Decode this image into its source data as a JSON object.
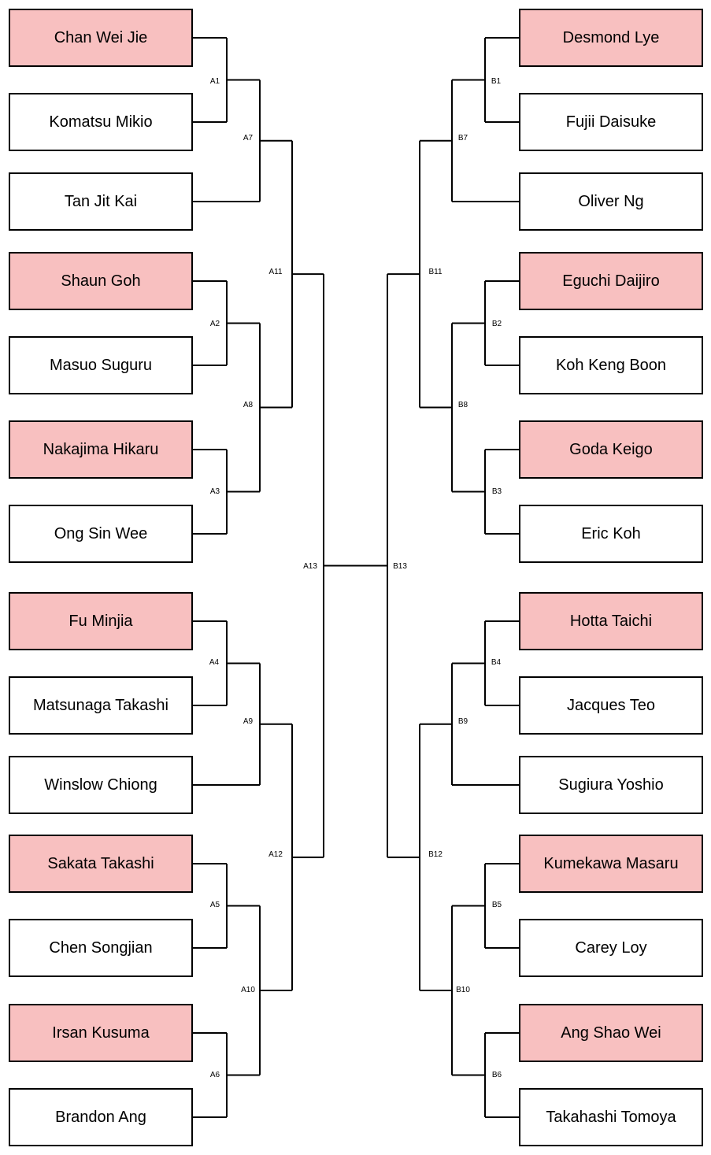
{
  "colors": {
    "seeded_fill": "#f8c0c0",
    "unseeded_fill": "#ffffff",
    "line": "#000000"
  },
  "left_players": [
    {
      "name": "Chan Wei Jie",
      "seeded": true
    },
    {
      "name": "Komatsu Mikio",
      "seeded": false
    },
    {
      "name": "Tan Jit Kai",
      "seeded": false
    },
    {
      "name": "Shaun Goh",
      "seeded": true
    },
    {
      "name": "Masuo Suguru",
      "seeded": false
    },
    {
      "name": "Nakajima Hikaru",
      "seeded": true
    },
    {
      "name": "Ong Sin Wee",
      "seeded": false
    },
    {
      "name": "Fu Minjia",
      "seeded": true
    },
    {
      "name": "Matsunaga Takashi",
      "seeded": false
    },
    {
      "name": "Winslow Chiong",
      "seeded": false
    },
    {
      "name": "Sakata Takashi",
      "seeded": true
    },
    {
      "name": "Chen Songjian",
      "seeded": false
    },
    {
      "name": "Irsan Kusuma",
      "seeded": true
    },
    {
      "name": "Brandon Ang",
      "seeded": false
    }
  ],
  "right_players": [
    {
      "name": "Desmond Lye",
      "seeded": true
    },
    {
      "name": "Fujii Daisuke",
      "seeded": false
    },
    {
      "name": "Oliver Ng",
      "seeded": false
    },
    {
      "name": "Eguchi Daijiro",
      "seeded": true
    },
    {
      "name": "Koh Keng Boon",
      "seeded": false
    },
    {
      "name": "Goda Keigo",
      "seeded": true
    },
    {
      "name": "Eric Koh",
      "seeded": false
    },
    {
      "name": "Hotta Taichi",
      "seeded": true
    },
    {
      "name": "Jacques Teo",
      "seeded": false
    },
    {
      "name": "Sugiura Yoshio",
      "seeded": false
    },
    {
      "name": "Kumekawa Masaru",
      "seeded": true
    },
    {
      "name": "Carey Loy",
      "seeded": false
    },
    {
      "name": "Ang Shao Wei",
      "seeded": true
    },
    {
      "name": "Takahashi Tomoya",
      "seeded": false
    }
  ],
  "matches": {
    "A1": "A1",
    "A2": "A2",
    "A3": "A3",
    "A4": "A4",
    "A5": "A5",
    "A6": "A6",
    "A7": "A7",
    "A8": "A8",
    "A9": "A9",
    "A10": "A10",
    "A11": "A11",
    "A12": "A12",
    "A13": "A13",
    "B1": "B1",
    "B2": "B2",
    "B3": "B3",
    "B4": "B4",
    "B5": "B5",
    "B6": "B6",
    "B7": "B7",
    "B8": "B8",
    "B9": "B9",
    "B10": "B10",
    "B11": "B11",
    "B12": "B12",
    "B13": "B13"
  }
}
